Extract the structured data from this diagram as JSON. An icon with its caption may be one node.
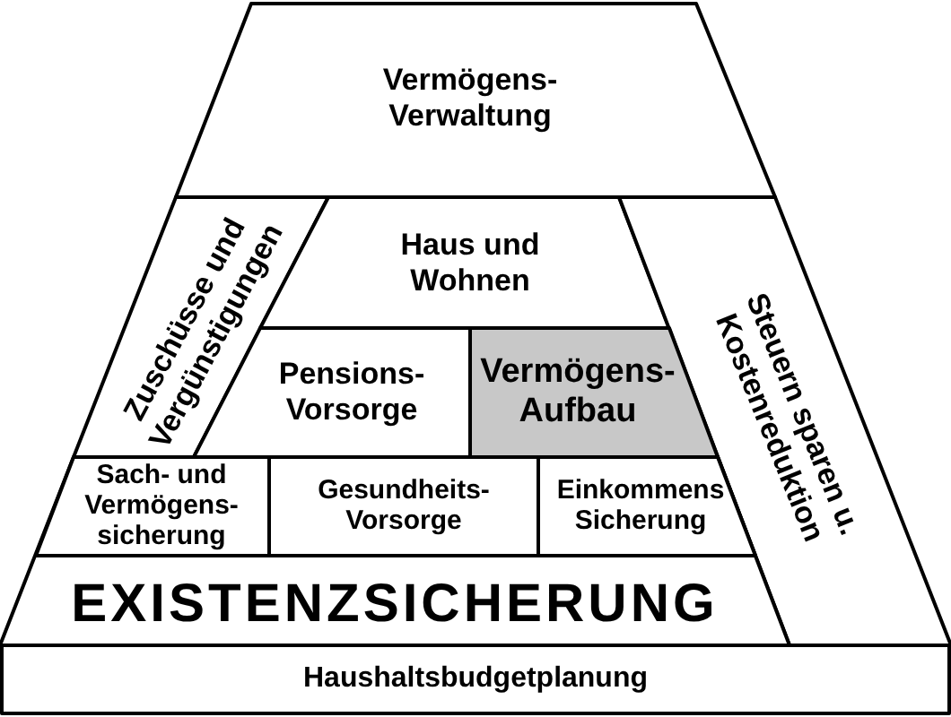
{
  "diagram": {
    "nodes": [
      {
        "text": [
          "Vermögens- Verwaltung"
        ]
      },
      {
        "text": [
          "Zuschüsse und Vergünstigungen"
        ]
      },
      {
        "text": [
          "Haus und Wohnen"
        ]
      },
      {
        "text": [
          "Steuern sparen u. Kostenreduktion"
        ]
      },
      {
        "text": [
          "Pensions- Vorsorge"
        ]
      },
      {
        "text": [
          "Vermögens- Aufbau"
        ]
      },
      {
        "text": [
          "EXISTENZSICHERUNG"
        ]
      },
      {
        "text": [
          "Sach- und Vermögens- sicherung"
        ],
        "in": 6
      },
      {
        "text": [
          "Gesundheits- Vorsorge"
        ],
        "in": 6
      },
      {
        "text": [
          "Einkommens Sicherung"
        ],
        "in": 6
      },
      {
        "text": [
          "Haushaltsbudgetplanung"
        ]
      }
    ]
  }
}
